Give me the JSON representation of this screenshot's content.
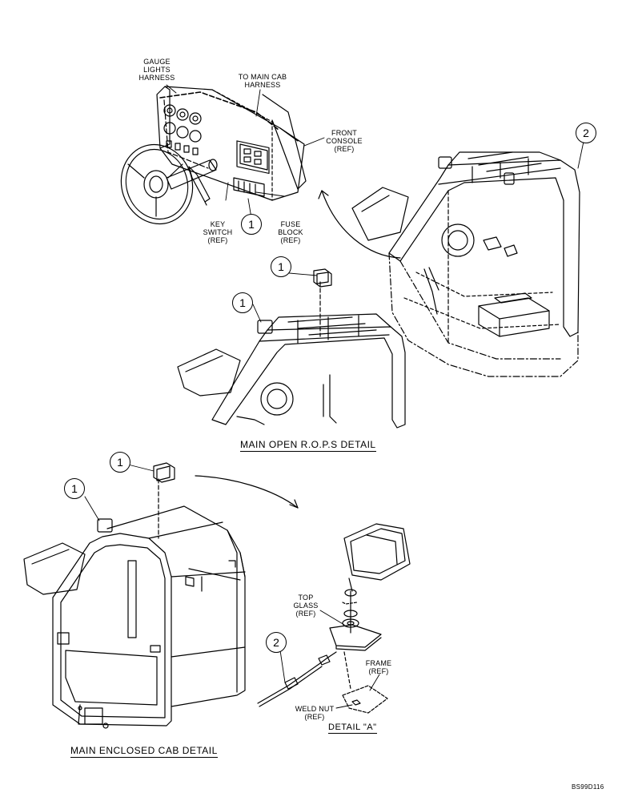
{
  "labels": {
    "gauge_lights_harness": [
      "GAUGE",
      "LIGHTS",
      "HARNESS"
    ],
    "to_main_cab_harness": [
      "TO MAIN CAB",
      "HARNESS"
    ],
    "front_console": [
      "FRONT",
      "CONSOLE",
      "(REF)"
    ],
    "key_switch": [
      "KEY",
      "SWITCH",
      "(REF)"
    ],
    "fuse_block": [
      "FUSE",
      "BLOCK",
      "(REF)"
    ],
    "top_glass": [
      "TOP",
      "GLASS",
      "(REF)"
    ],
    "frame": [
      "FRAME",
      "(REF)"
    ],
    "weld_nut": [
      "WELD NUT",
      "(REF)"
    ]
  },
  "titles": {
    "open_rops": "MAIN OPEN R.O.P.S DETAIL",
    "enclosed_cab": "MAIN ENCLOSED CAB DETAIL",
    "detail_a": "DETAIL \"A\""
  },
  "callouts": {
    "one": "1",
    "two": "2"
  },
  "drawing_code": "BS99D116"
}
